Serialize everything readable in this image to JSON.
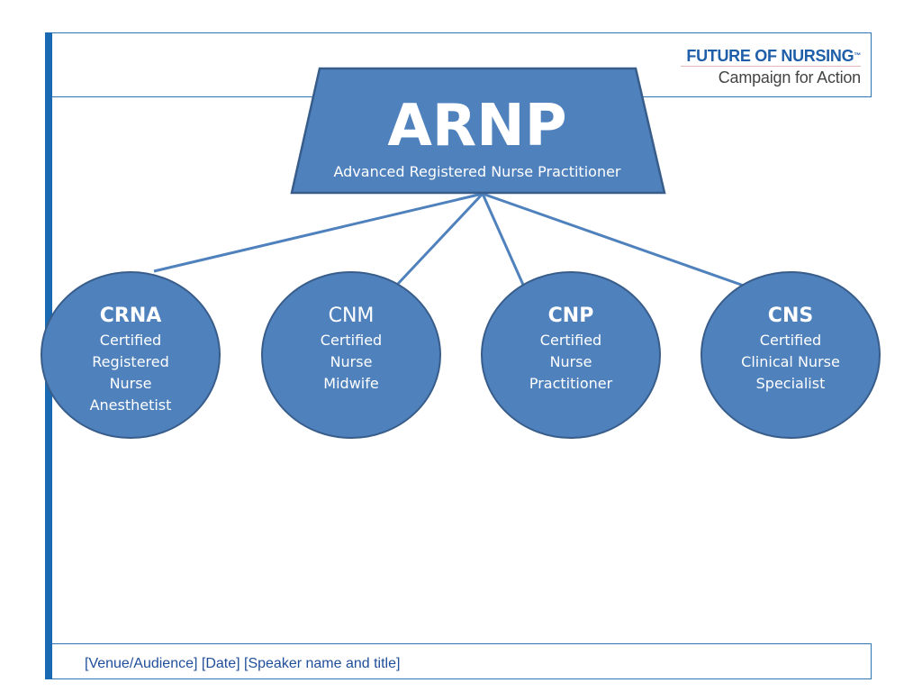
{
  "logo": {
    "line1": "FUTURE OF NURSING",
    "trademark": "™",
    "line2": "Campaign for Action"
  },
  "root": {
    "abbr": "ARNP",
    "full": "Advanced Registered Nurse Practitioner"
  },
  "children": [
    {
      "abbr": "CRNA",
      "bold": true,
      "lines": [
        "Certified",
        "Registered",
        "Nurse",
        "Anesthetist"
      ]
    },
    {
      "abbr": "CNM",
      "bold": false,
      "lines": [
        "Certified",
        "Nurse",
        "Midwife"
      ]
    },
    {
      "abbr": "CNP",
      "bold": true,
      "lines": [
        "Certified",
        "Nurse",
        "Practitioner"
      ]
    },
    {
      "abbr": "CNS",
      "bold": true,
      "lines": [
        "Certified",
        "Clinical Nurse",
        "Specialist"
      ]
    }
  ],
  "footer": "[Venue/Audience] [Date] [Speaker name and title]",
  "colors": {
    "shape_fill": "#4f81bd",
    "shape_stroke": "#385d8a",
    "connector": "#4f81bd",
    "frame": "#2e75b6",
    "left_bar": "#1a6ab3",
    "footer_text": "#1f4e9a"
  }
}
